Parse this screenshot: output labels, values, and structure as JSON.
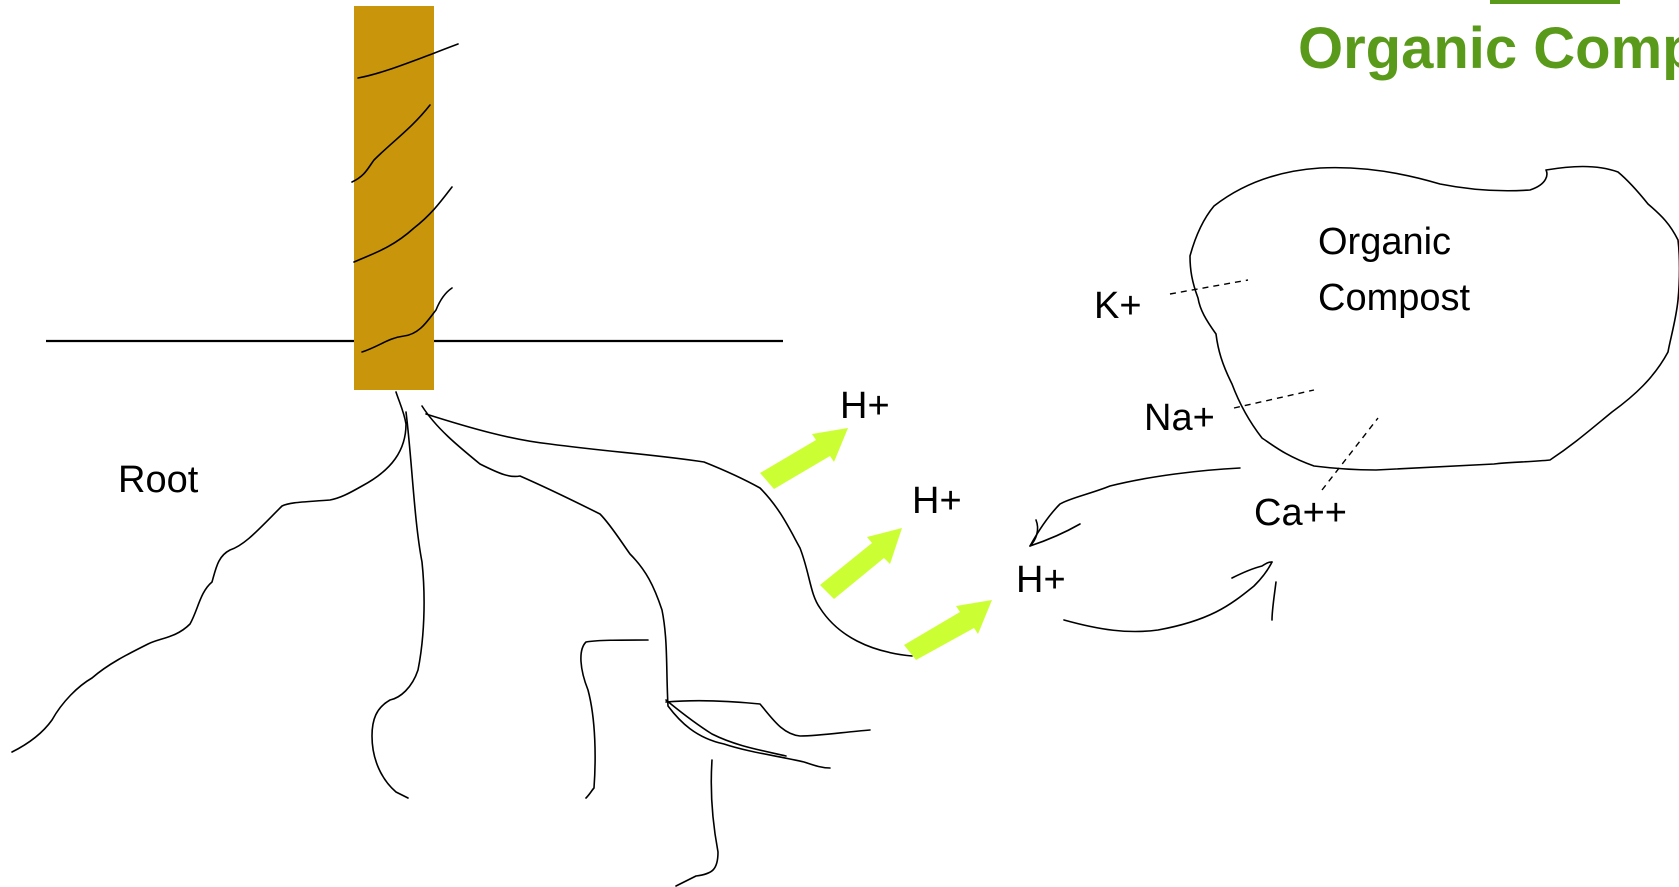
{
  "header": {
    "title": "Organic Compost"
  },
  "labels": {
    "root": "Root",
    "compost_line1": "Organic",
    "compost_line2": "Compost",
    "k_ion": "K+",
    "na_ion": "Na+",
    "ca_ion": "Ca++",
    "h_ion_1": "H+",
    "h_ion_2": "H+",
    "h_ion_3": "H+"
  },
  "colors": {
    "title": "#5a9a1a",
    "stem": "#c9950a",
    "arrow": "#ccff33",
    "ink": "#000000"
  }
}
